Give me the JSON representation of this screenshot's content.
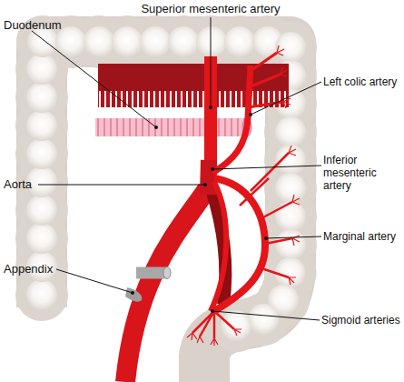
{
  "diagram": {
    "labels": [
      "Superior mesenteric artery",
      "Duodenum",
      "Left colic artery",
      "Inferior mesenteric artery",
      "Aorta",
      "Marginal artery",
      "Appendix",
      "Sigmoid arteries"
    ]
  }
}
